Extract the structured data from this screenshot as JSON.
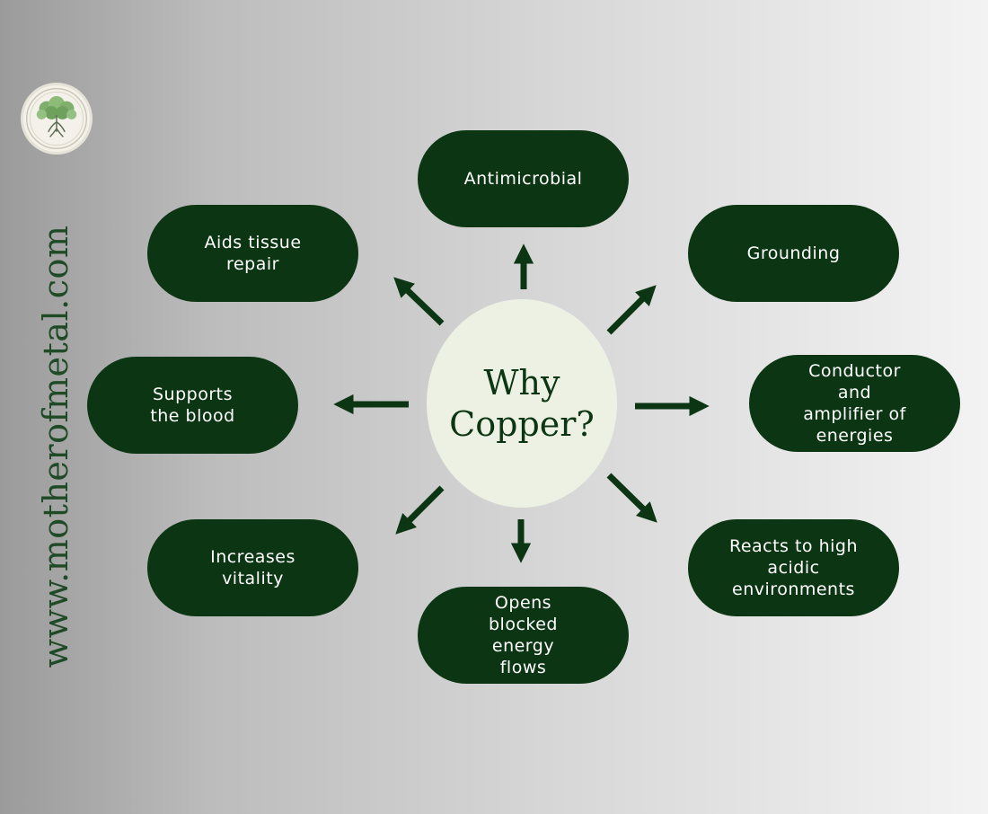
{
  "title": "Why\nCopper?",
  "website": "www.motherofmetal.com",
  "logo_icon": "tree-of-life-icon",
  "colors": {
    "pill": "#0c3613",
    "center": "#ecf1e3",
    "text_dark": "#1e4a26"
  },
  "benefits": {
    "top": "Antimicrobial",
    "top_right": "Grounding",
    "right": "Conductor\nand\namplifier  of\nenergies",
    "bottom_right": "Reacts to high\nacidic\nenvironments",
    "bottom": "Opens\nblocked\nenergy\nflows",
    "bottom_left": "Increases\nvitality",
    "left": "Supports\nthe blood",
    "top_left": "Aids tissue\nrepair"
  }
}
